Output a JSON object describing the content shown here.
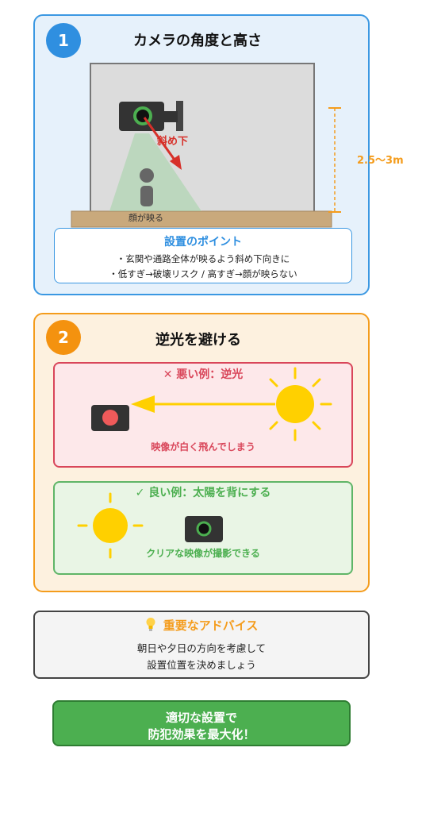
{
  "section1": {
    "number": "1",
    "title": "カメラの角度と高さ",
    "angle_label": "斜め下",
    "face_label": "顔が映る",
    "height_label": "2.5〜3m",
    "point_title": "設置のポイント",
    "point_items": [
      "・玄関や通路全体が映るよう斜め下向きに",
      "・低すぎ→破壊リスク / 高すぎ→顔が映らない"
    ]
  },
  "section2": {
    "number": "2",
    "title": "逆光を避ける",
    "bad_title": "✕ 悪い例：逆光",
    "bad_caption": "映像が白く飛んでしまう",
    "good_title": "✓ 良い例：太陽を背にする",
    "good_caption": "クリアな映像が撮影できる"
  },
  "advice": {
    "icon": "lightbulb-icon",
    "title": "重要なアドバイス",
    "lines": [
      "朝日や夕日の方向を考慮して",
      "設置位置を決めましょう"
    ]
  },
  "cta": {
    "lines": [
      "適切な設置で",
      "防犯効果を最大化！"
    ]
  },
  "colors": {
    "blue": "#3b98e2",
    "orange": "#f49c1c",
    "red": "#d9465a",
    "green": "#4caf50",
    "sun": "#ffd000",
    "arrow_red": "#d7302a"
  }
}
